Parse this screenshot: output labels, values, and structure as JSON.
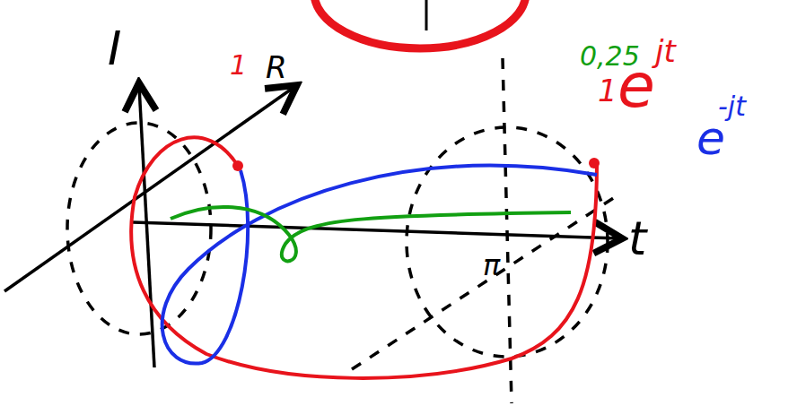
{
  "diagram": {
    "labels": [
      "I",
      "R",
      "1",
      "1",
      "e",
      "jt",
      "0,25",
      "e",
      "-jt",
      "π",
      "t"
    ]
  }
}
